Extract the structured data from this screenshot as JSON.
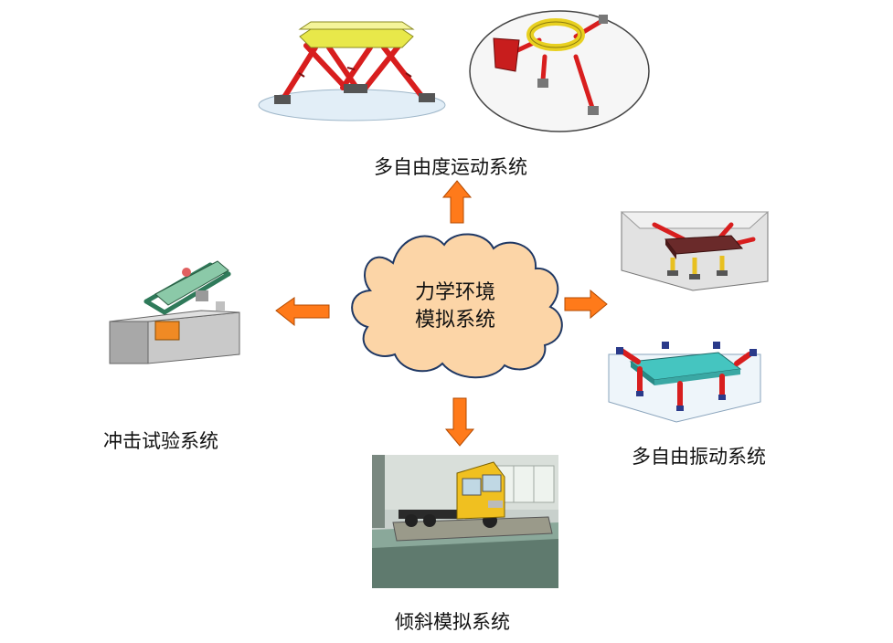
{
  "center": {
    "line1": "力学环境",
    "line2": "模拟系统"
  },
  "labels": {
    "top": "多自由度运动系统",
    "left": "冲击试验系统",
    "right": "多自由振动系统",
    "bottom": "倾斜模拟系统"
  },
  "colors": {
    "cloud_fill": "#fcd5a7",
    "cloud_stroke": "#1f3864",
    "arrow_fill": "#ff7a1a",
    "arrow_stroke": "#b34a00",
    "actuator_red": "#d81e1e",
    "platform_yellow": "#e8e84a",
    "teal_platform": "#45c5c0",
    "chamber_gray": "#d8d8d8"
  }
}
